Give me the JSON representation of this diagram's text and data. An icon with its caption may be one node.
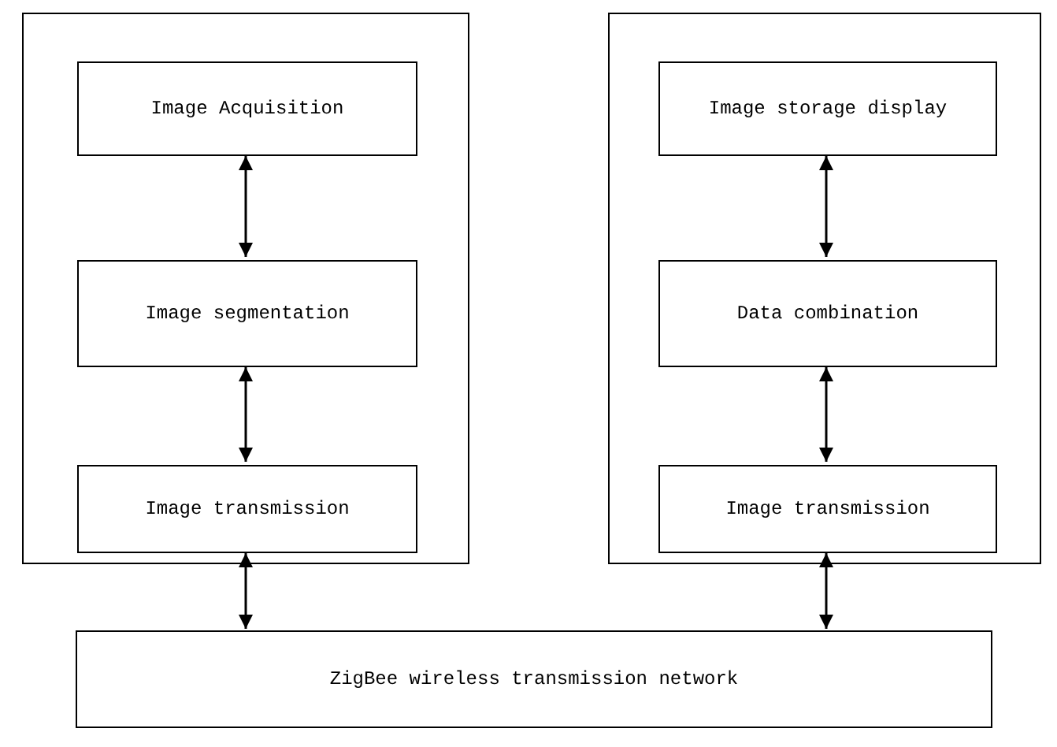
{
  "diagram": {
    "nodes": [
      {
        "text": [],
        "shape": "box"
      },
      {
        "text": [
          "Image Acquisition"
        ],
        "in": 0
      },
      {
        "text": [
          "Image segmentation"
        ],
        "in": 0
      },
      {
        "text": [
          "Image transmission"
        ],
        "in": 0
      },
      {
        "text": [],
        "shape": "box"
      },
      {
        "text": [
          "Image storage display"
        ],
        "in": 4
      },
      {
        "text": [
          "Data combination"
        ],
        "in": 4
      },
      {
        "text": [
          "Image transmission"
        ],
        "in": 4
      },
      {
        "text": [
          "ZigBee wireless transmission network"
        ]
      }
    ],
    "edges": [
      {
        "from": 1,
        "to": 2,
        "arrow": "both"
      },
      {
        "from": 2,
        "to": 3,
        "arrow": "both"
      },
      {
        "from": 5,
        "to": 6,
        "arrow": "both"
      },
      {
        "from": 6,
        "to": 7,
        "arrow": "both"
      },
      {
        "from": 3,
        "to": 8,
        "arrow": "both"
      },
      {
        "from": 7,
        "to": 8,
        "arrow": "both"
      }
    ]
  }
}
